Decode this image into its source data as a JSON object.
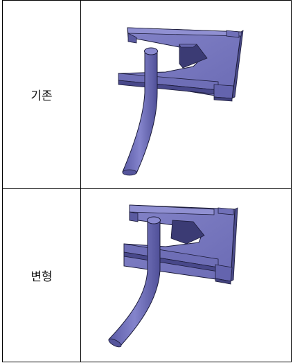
{
  "table": {
    "rows": [
      {
        "label": "기존",
        "image": "original-part-3d-render"
      },
      {
        "label": "변형",
        "image": "modified-part-3d-render"
      }
    ]
  },
  "colors": {
    "part_face": "#7878bf",
    "part_side": "#5a5aa0",
    "part_dark": "#43437e",
    "edge": "#1c1c3a",
    "rod": "#6d6dba",
    "border": "#000000"
  }
}
